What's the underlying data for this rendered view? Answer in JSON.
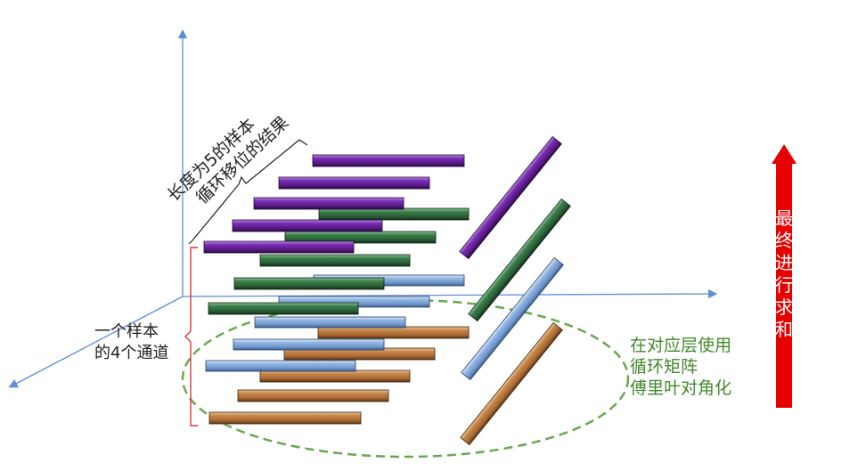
{
  "labels": {
    "bracket_top_line1": "长度为5的样本",
    "bracket_top_line2": "循环移位的结果",
    "left_line1": "一个样本",
    "left_line2": "的4个通道",
    "right_line1": "在对应层使用",
    "right_line2": "循环矩阵",
    "right_line3": "傅里叶对角化",
    "arrow_chars": [
      "最",
      "终",
      "进",
      "行",
      "求",
      "和"
    ]
  },
  "colors": {
    "purple": "#6a1f9a",
    "green": "#2f6a3c",
    "blue": "#7ea7d8",
    "brown": "#b9743c",
    "axis": "#5b8fd6",
    "dash_green": "#6aa84f",
    "red": "#e60000",
    "bracket_red": "#d23c3c"
  }
}
